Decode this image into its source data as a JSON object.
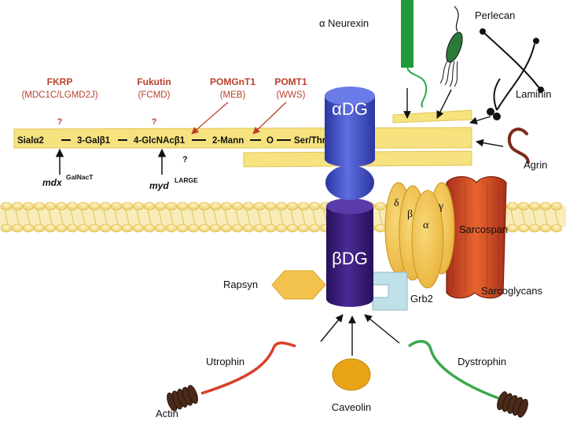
{
  "proteins": {
    "alpha_dg": "αDG",
    "beta_dg": "βDG",
    "neurexin": "α Neurexin",
    "perlecan": "Perlecan",
    "laminin": "Laminin",
    "agrin": "Agrin",
    "rapsyn": "Rapsyn",
    "grb2": "Grb2",
    "sarcospan": "Sarcospan",
    "sarcoglycans": "Sarcoglycans",
    "utrophin": "Utrophin",
    "dystrophin": "Dystrophin",
    "caveolin": "Caveolin",
    "actin": "Actin"
  },
  "sarcoglycan_subunits": {
    "delta": "δ",
    "beta": "β",
    "alpha": "α",
    "gamma": "γ"
  },
  "glycan_chain": {
    "sia": "Sialα2",
    "gal": "3-Galβ1",
    "glcnac": "4-GlcNAcβ1",
    "mann": "2-Mann",
    "o": "O",
    "ser": "Ser/Thre"
  },
  "enzymes": {
    "fkrp": {
      "name": "FKRP",
      "disease": "(MDC1C/LGMD2J)",
      "query": "?"
    },
    "fukutin": {
      "name": "Fukutin",
      "disease": "(FCMD)",
      "query": "?"
    },
    "pomgnt1": {
      "name": "POMGnT1",
      "disease": "(MEB)"
    },
    "pomt1": {
      "name": "POMT1",
      "disease": "(WWS)"
    }
  },
  "mutants": {
    "mdx": "mdx",
    "galnact": "GalNacT",
    "myd": "myd",
    "large": "LARGE",
    "myd_query": "?"
  },
  "colors": {
    "membrane": "#f6df8a",
    "alpha_dg": "#3f4dbf",
    "beta_dg": "#3a1a78",
    "sarcoglycan": "#f3c24c",
    "sarcospan": "#d9542a",
    "rapsyn": "#f3c24c",
    "grb2": "#bfe0e6",
    "caveolin": "#e8a317",
    "utrophin_tail": "#d8402a",
    "dystrophin_tail": "#3aa84a",
    "neurexin": "#1f9a3a",
    "perlecan": "#2a7a3a",
    "agrin": "#7a2a1a",
    "actin": "#4a2a1a",
    "enzyme_text": "#b8402a"
  }
}
